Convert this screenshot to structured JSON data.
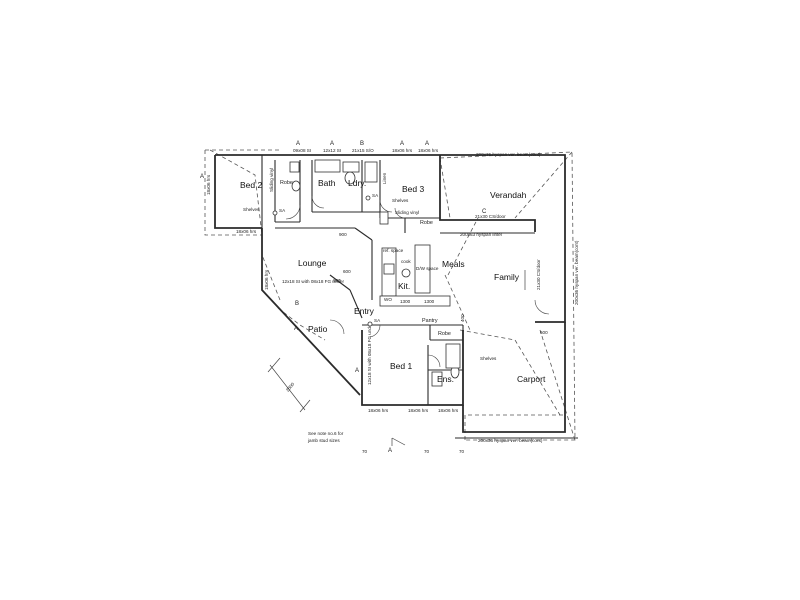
{
  "rooms": {
    "bed2": "Bed 2",
    "bath": "Bath",
    "ldry": "Ldry.",
    "bed3": "Bed 3",
    "verandah": "Verandah",
    "lounge": "Lounge",
    "meals": "Meals",
    "family": "Family",
    "kit": "Kit.",
    "entry": "Entry",
    "patio": "Patio",
    "bed1": "Bed 1",
    "ens": "Ens.",
    "carport": "Carport",
    "robe": "Robe",
    "pantry": "Pantry",
    "shelves": "Shelves",
    "wo": "WO"
  },
  "notes": {
    "beam_top": "200x36 hyspan ver. beam(cont)",
    "beam_right": "200x36 hyspan ver. beam(cont)",
    "beam_bottom": "200x36 hyspan ver. beam(cont)",
    "lintel": "200x63 hyspan lintel",
    "lintel_bed3": "21x30 CS/door",
    "family_lintel": "21x30 CS/door",
    "sliding_vinyl": "Sliding vinyl",
    "sliding_vinyl2": "Sliding vinyl",
    "linen": "Linen",
    "ref_space": "ref. space",
    "dw_space": "D/W space",
    "cooktop": "cook",
    "dim_1300a": "1300",
    "dim_1300b": "1300",
    "dim_900": "900",
    "dim_600": "600",
    "dim_600b": "600",
    "dim_2500": "2500",
    "dim_600c": "600",
    "dim_400": "400",
    "bed1_lintel": "12x18 SI with 08x18 FG under",
    "lounge_lintel": "12x18 SI with 08x18 FG under",
    "jamb_note_1": "See note no.6 for",
    "jamb_note_2": "jamb stud sizes",
    "top_lintels": [
      "09x08 SI",
      "12x12 SI",
      "21x15 S/O",
      "18x06 hrs",
      "18x06 hrs"
    ],
    "bottom_lintels": [
      "18x06 hrs",
      "18x06 hrs",
      "18x06 hrs"
    ],
    "left_lintels": [
      "18x06 hrs",
      "18x06 hrs",
      "18x06 hrs"
    ],
    "bottom_offsets": [
      "70",
      "70",
      "70"
    ],
    "sa": "SA",
    "section_a": "A",
    "section_b": "B",
    "section_c": "C"
  }
}
